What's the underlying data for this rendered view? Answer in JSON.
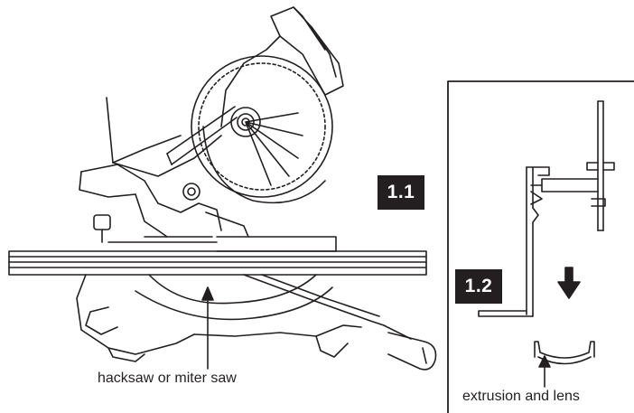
{
  "figure_1_1": {
    "label": "1.1",
    "caption": "hacksaw or miter saw"
  },
  "figure_1_2": {
    "label": "1.2",
    "caption": "extrusion and lens"
  },
  "colors": {
    "ink": "#231f20",
    "paper": "#ffffff"
  },
  "icons": [
    "miter-saw-illustration",
    "aluminum-extrusion-profile",
    "lens-profile",
    "down-arrow-icon",
    "pointer-arrow-icon"
  ]
}
